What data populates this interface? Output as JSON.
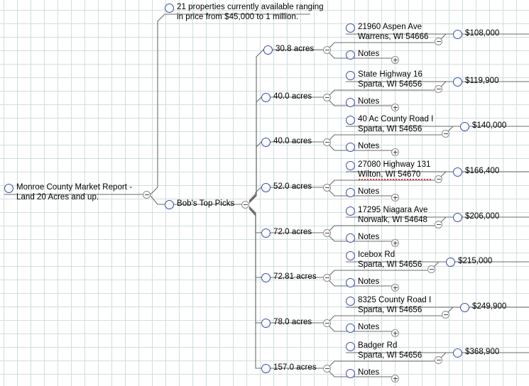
{
  "diagram": {
    "type": "mind-map-tree",
    "root": {
      "label_line1": "Monroe County Market Report -",
      "label_line2": "Land 20 Acres and up."
    },
    "summary_note": {
      "label_line1": "21 properties currently available ranging",
      "label_line2": "in price from $45,000 to 1 million."
    },
    "branch": {
      "label": "Bob's Top Picks"
    },
    "notes_label": "Notes",
    "properties": [
      {
        "acres": "30.8 acres",
        "address": "21960 Aspen Ave",
        "city": "Warrens, WI 54666",
        "price": "$108,000",
        "notes": "Notes",
        "misspelled": false
      },
      {
        "acres": "40.0 acres",
        "address": "State Highway 16",
        "city": "Sparta, WI 54656",
        "price": "$119,900",
        "notes": "Notes",
        "misspelled": false
      },
      {
        "acres": "40.0 acres",
        "address": "40 Ac County Road I",
        "city": "Sparta, WI 54656",
        "price": "$140,000",
        "notes": "Notes",
        "misspelled": false
      },
      {
        "acres": "52.0 acres",
        "address": "27080 Highway 131",
        "city": "Wilton, WI 54670",
        "price": "$166,400",
        "notes": "Notes",
        "misspelled": true
      },
      {
        "acres": "72.0 acres",
        "address": "17295 Niagara Ave",
        "city": "Norwalk, WI 54648",
        "price": "$206,000",
        "notes": "Notes",
        "misspelled": false
      },
      {
        "acres": "72.81 acres",
        "address": "Icebox Rd",
        "city": "Sparta, WI 54656",
        "price": "$215,000",
        "notes": "Notes",
        "misspelled": false
      },
      {
        "acres": "78.0 acres",
        "address": "8325 County Road I",
        "city": "Sparta, WI 54656",
        "price": "$249,900",
        "notes": "Notes",
        "misspelled": false
      },
      {
        "acres": "157.0 acres",
        "address": "Badger Rd",
        "city": "Sparta, WI 54656",
        "price": "$368,900",
        "notes": "Notes",
        "misspelled": false
      }
    ],
    "colors": {
      "grid_line": "#cfdedd",
      "connector": "#6b6b6b",
      "bullet_stroke": "#3c4fa8",
      "text": "#000000",
      "control_stroke": "#8d8d8d"
    }
  }
}
